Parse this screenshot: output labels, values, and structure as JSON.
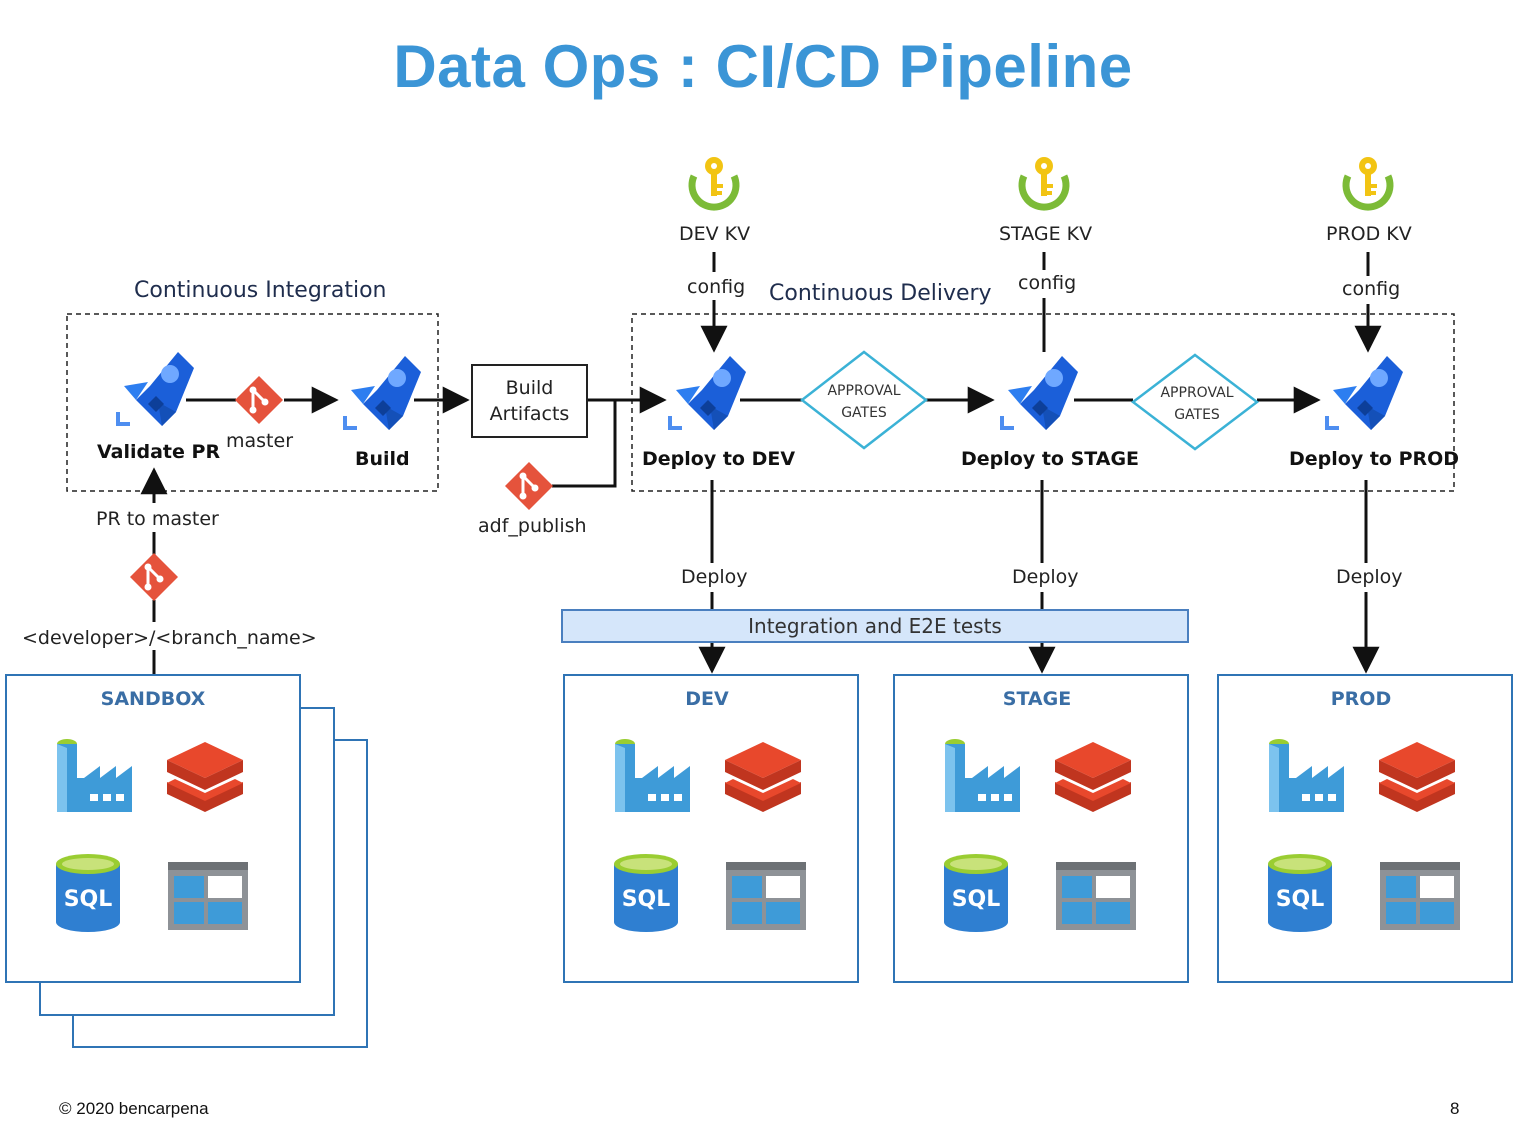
{
  "title": "Data Ops : CI/CD Pipeline",
  "sections": {
    "ci": "Continuous Integration",
    "cd": "Continuous Delivery"
  },
  "ci_nodes": {
    "validate_pr": "Validate PR",
    "master": "master",
    "build": "Build",
    "pr_to_master": "PR to master",
    "branch": "<developer>/<branch_name>",
    "adf_publish": "adf_publish"
  },
  "artifacts": {
    "line1": "Build",
    "line2": "Artifacts"
  },
  "key_vaults": {
    "dev": "DEV KV",
    "stage": "STAGE KV",
    "prod": "PROD KV",
    "config": "config"
  },
  "deploy_nodes": {
    "dev": "Deploy to DEV",
    "stage": "Deploy to STAGE",
    "prod": "Deploy to PROD"
  },
  "gates": {
    "line1": "APPROVAL",
    "line2": "GATES"
  },
  "deploy_label": "Deploy",
  "tests_bar": "Integration and E2E tests",
  "environments": {
    "sandbox": "SANDBOX",
    "dev": "DEV",
    "stage": "STAGE",
    "prod": "PROD",
    "sql": "SQL"
  },
  "footer": {
    "copyright": "© 2020 bencarpena",
    "page": "8"
  },
  "colors": {
    "title": "#3b95d6",
    "env_border": "#2f74b5",
    "git": "#e5533c",
    "pipeline_blue": "#1b5fd9",
    "keyvault_green": "#7cbb37",
    "keyvault_yellow": "#f2c413",
    "gate_border": "#3bb2d6"
  },
  "icons": [
    "pipeline-rocket-icon",
    "git-branch-icon",
    "key-vault-icon",
    "data-factory-icon",
    "databricks-icon",
    "sql-database-icon",
    "dashboard-icon"
  ]
}
